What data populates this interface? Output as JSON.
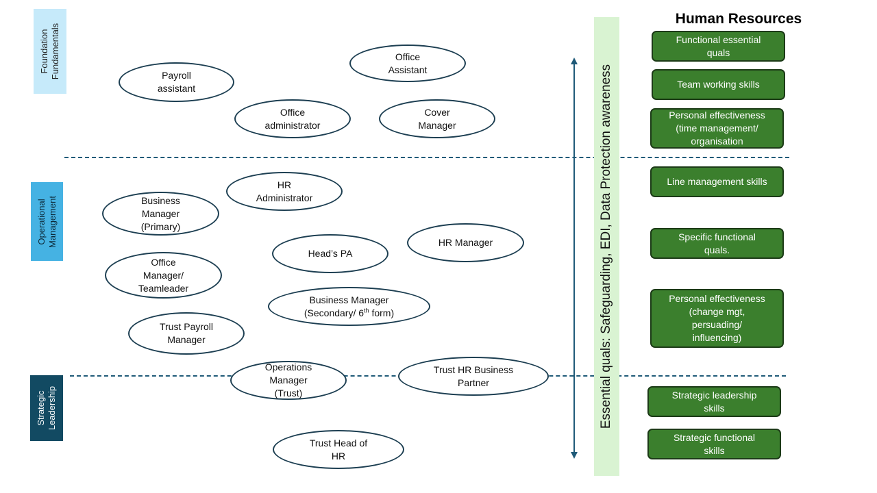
{
  "levels": {
    "foundation": "Foundation\nFundamentals",
    "operational": "Operational\nManagement",
    "strategic": "Strategic\nLeadership"
  },
  "roles": {
    "payroll_assistant": "Payroll\nassistant",
    "office_assistant": "Office\nAssistant",
    "office_administrator": "Office\nadministrator",
    "cover_manager": "Cover\nManager",
    "hr_administrator": "HR\nAdministrator",
    "business_manager_primary": "Business\nManager\n(Primary)",
    "hr_manager": "HR Manager",
    "heads_pa": "Head’s PA",
    "office_manager": "Office\nManager/\nTeamleader",
    "business_manager_secondary_line1": "Business Manager",
    "business_manager_secondary_line2a": "(Secondary/ 6",
    "business_manager_secondary_sup": "th",
    "business_manager_secondary_line2b": " form)",
    "trust_payroll_manager": "Trust Payroll\nManager",
    "operations_manager": "Operations\nManager\n(Trust)",
    "trust_hr_business_partner": "Trust HR Business\nPartner",
    "trust_head_of_hr": "Trust Head of\nHR"
  },
  "essential_quals": "Essential quals:  Safeguarding, EDI, Data Protection awareness",
  "hr": {
    "title": "Human Resources",
    "skills": [
      "Functional essential\nquals",
      "Team working skills",
      "Personal effectiveness\n(time management/\norganisation",
      "Line management skills",
      "Specific functional\nquals.",
      "Personal effectiveness\n(change mgt,\npersuading/\ninfluencing)",
      "Strategic leadership\nskills",
      "Strategic functional\nskills"
    ]
  },
  "colors": {
    "foundation_band": "#c6eafa",
    "operational_band": "#45b2e3",
    "strategic_band": "#124a62",
    "skill_box": "#3b7f2d",
    "quals_band": "#d9f3d2",
    "divider": "#1f5a78"
  }
}
